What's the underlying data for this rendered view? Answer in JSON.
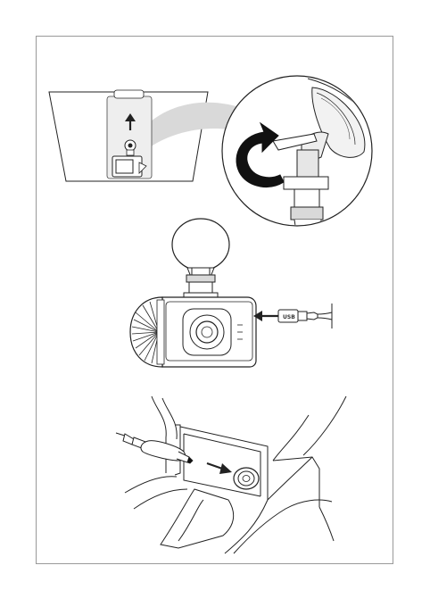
{
  "page": {
    "background": "#ffffff",
    "frame_color": "#999999",
    "line_color": "#222222",
    "fill_light": "#f2f2f2",
    "fill_mid": "#d9d9d9",
    "fill_dark": "#111111"
  },
  "figures": [
    {
      "id": "windshield-mount",
      "icons": [
        "windshield-icon",
        "camera-icon",
        "up-arrow-icon",
        "rotate-arrow-icon",
        "suction-mount-icon"
      ]
    },
    {
      "id": "usb-connection",
      "icons": [
        "camera-body-icon",
        "suction-cup-icon",
        "usb-plug-icon",
        "left-arrow-icon"
      ],
      "usb_symbol": "USB"
    },
    {
      "id": "car-charger",
      "icons": [
        "car-charger-icon",
        "socket-icon",
        "right-arrow-icon",
        "dashboard-icon"
      ]
    }
  ]
}
